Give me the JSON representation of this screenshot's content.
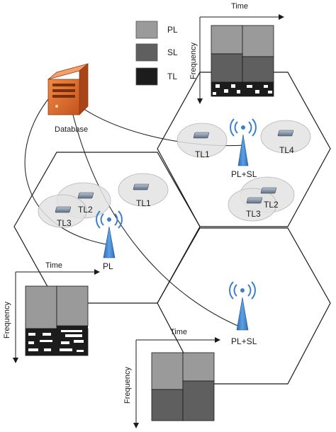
{
  "legend": [
    {
      "label": "PL",
      "color": "#9a9a9a"
    },
    {
      "label": "SL",
      "color": "#5f5f5f"
    },
    {
      "label": "TL",
      "color": "#1c1c1c"
    }
  ],
  "database": {
    "label": "Database",
    "icon": "server-icon",
    "color": "#d9692b"
  },
  "charts": [
    {
      "id": "top",
      "time_label": "Time",
      "frequency_label": "Frequency"
    },
    {
      "id": "left",
      "time_label": "Time",
      "frequency_label": "Frequency"
    },
    {
      "id": "bottom",
      "time_label": "Time",
      "frequency_label": "Frequency"
    }
  ],
  "stations": [
    {
      "id": "bs-top",
      "label": "PL+SL"
    },
    {
      "id": "bs-left",
      "label": "PL"
    },
    {
      "id": "bs-bottom",
      "label": "PL+SL"
    }
  ],
  "terminals": [
    {
      "id": "t-tl1-top",
      "label": "TL1"
    },
    {
      "id": "t-tl4",
      "label": "TL4"
    },
    {
      "id": "t-tl1-mid",
      "label": "TL1"
    },
    {
      "id": "t-tl2-left",
      "label": "TL2"
    },
    {
      "id": "t-tl3-left",
      "label": "TL3"
    },
    {
      "id": "t-tl2-right",
      "label": "TL2"
    },
    {
      "id": "t-tl3-right",
      "label": "TL3"
    }
  ],
  "colors": {
    "pl": "#9a9a9a",
    "sl": "#5f5f5f",
    "tl": "#1c1c1c",
    "antenna": "#3d7fc9",
    "coverage": "#e3e3e3"
  }
}
